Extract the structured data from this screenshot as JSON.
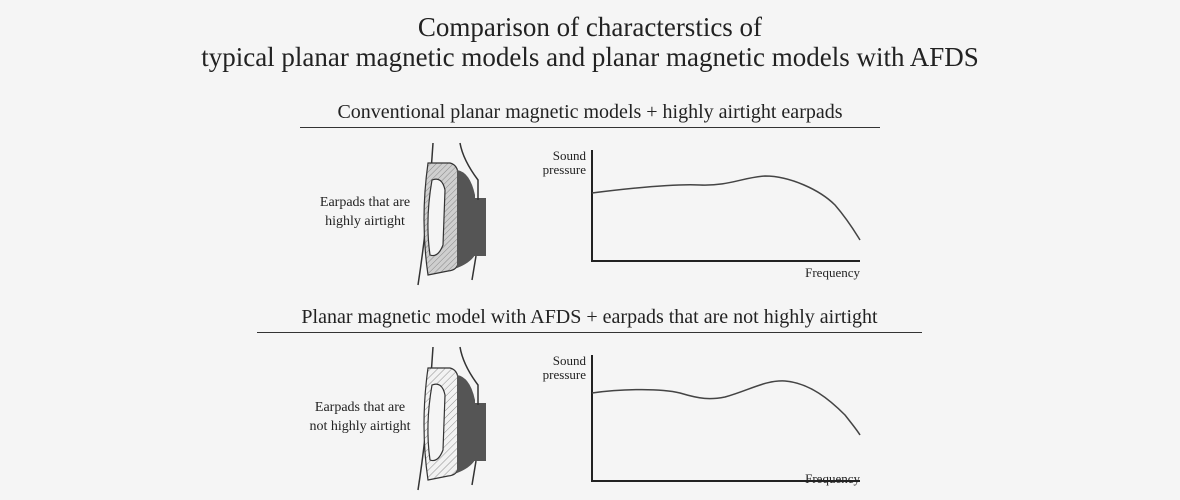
{
  "title": {
    "line1": "Comparison of characterstics of",
    "line2": "typical planar magnetic models and planar magnetic models with AFDS"
  },
  "sections": [
    {
      "heading": "Conventional planar magnetic models + highly airtight earpads",
      "earpad_label_1": "Earpads that are",
      "earpad_label_2": "highly airtight",
      "y_label_1": "Sound",
      "y_label_2": "pressure",
      "x_label": "Frequency"
    },
    {
      "heading": "Planar magnetic model with AFDS + earpads that are not highly airtight",
      "earpad_label_1": "Earpads that are",
      "earpad_label_2": "not highly airtight",
      "y_label_1": "Sound",
      "y_label_2": "pressure",
      "x_label": "Frequency"
    }
  ]
}
